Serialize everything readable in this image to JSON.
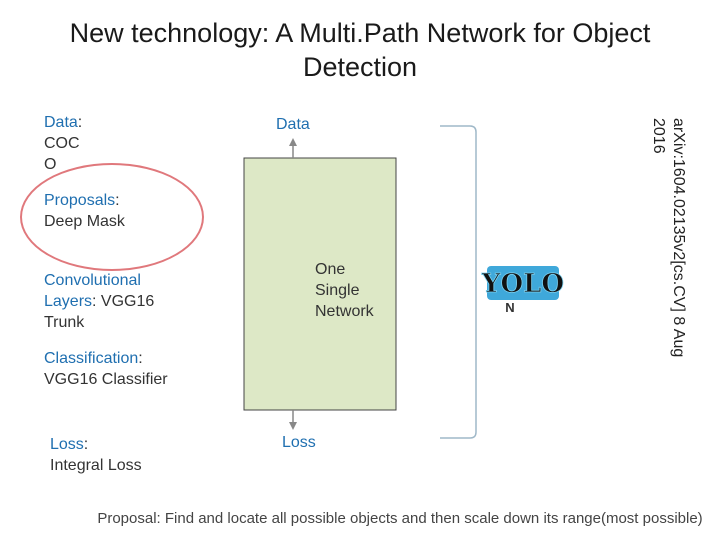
{
  "title_line1": "New technology: A Multi.Path Network for Object",
  "title_line2": "Detection",
  "left": {
    "data_key": "Data",
    "data_rest": ":",
    "data_val1": "COC",
    "data_val2": "O",
    "proposals_key": "Proposals",
    "proposals_colon": ":",
    "proposals_val": "Deep Mask",
    "conv_key1": "Convolutional",
    "conv_key2": "Layers",
    "conv_rest": ": VGG16",
    "conv_val": "Trunk",
    "class_key": "Classification",
    "class_colon": ":",
    "class_val": "VGG16  Classifier",
    "loss_key": "Loss",
    "loss_colon": ":",
    "loss_val": "Integral Loss"
  },
  "diagram": {
    "top_label": "Data",
    "bottom_label": "Loss",
    "center_1": "One",
    "center_2": "Single",
    "center_3": "Network",
    "logo_text": "YOLO",
    "logo_sub": "N"
  },
  "side_citation_line1": "arXiv:1604.02135v2[cs.CV] 8 Aug",
  "side_citation_line2": "2016",
  "footer": "Proposal: Find and locate all possible objects and then scale down its range(most possible)",
  "colors": {
    "keyword": "#1f6fb0",
    "box_fill": "#dde8c6",
    "ring": "#e0787c"
  }
}
